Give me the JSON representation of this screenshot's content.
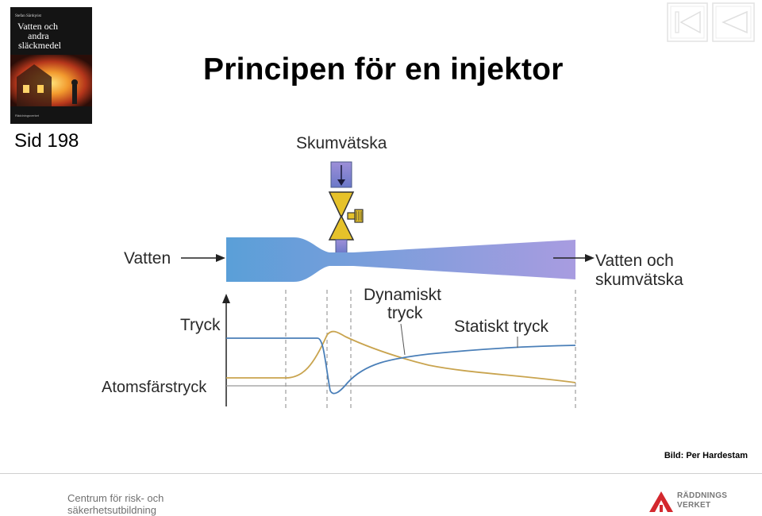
{
  "slide": {
    "title": "Principen för en injektor",
    "page_ref": "Sid 198",
    "credit": "Bild: Per Hardestam"
  },
  "book_cover": {
    "author": "Stefan Särdqvist",
    "title_line1": "Vatten och",
    "title_line2": "andra",
    "title_line3": "släckmedel",
    "publisher": "Räddningsverket"
  },
  "diagram": {
    "inlet_label": "Skumvätska",
    "water_label": "Vatten",
    "outlet_label_line1": "Vatten och",
    "outlet_label_line2": "skumvätska",
    "pressure_axis_label": "Tryck",
    "atmospheric_label": "Atomsfärstryck",
    "dynamic_label_line1": "Dynamiskt",
    "dynamic_label_line2": "tryck",
    "static_label": "Statiskt tryck",
    "colors": {
      "pipe_start": "#5a9fd8",
      "pipe_end": "#a89ce0",
      "static_curve": "#4a7fb8",
      "dynamic_curve": "#c9a44f",
      "valve": "#e6c22a"
    }
  },
  "footer": {
    "org_line1": "Centrum för risk- och",
    "org_line2": "säkerhetsutbildning",
    "agency_line1": "RÄDDNINGS",
    "agency_line2": "VERKET"
  },
  "nav": {
    "prev_icon": "skip-back-icon",
    "next_icon": "play-back-icon"
  }
}
